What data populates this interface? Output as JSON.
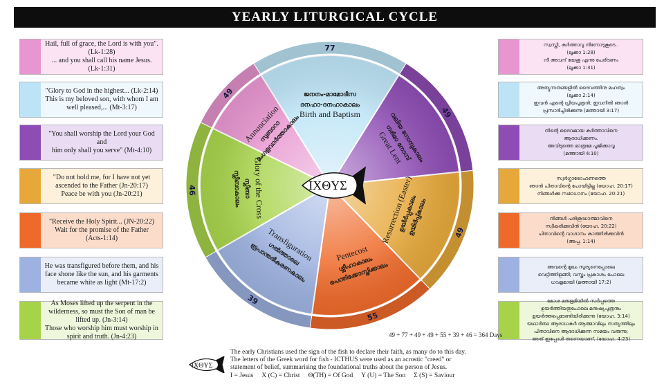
{
  "title": "YEARLY LITURGICAL CYCLE",
  "colors": {
    "pink": "#e896d0",
    "lightblue": "#bde4f6",
    "purple": "#8e4db4",
    "gold": "#e6a83a",
    "orange": "#ef6a2a",
    "periwinkle": "#9db2e0",
    "green": "#a7d34a"
  },
  "center_symbol": "IXΘYΣ",
  "segments": [
    {
      "id": "birth",
      "number": "77",
      "lines": [
        "ജനനം-മാമോദീസ",
        "ദനഹാ-ദനഹാകാലം",
        "Birth and Baptism"
      ]
    },
    {
      "id": "lent",
      "number": "49",
      "lines": [
        "വലിയ നോമ്പുകാലം",
        "ഗരിമാ നോമ്പ്",
        "Great Lent"
      ]
    },
    {
      "id": "resurrection",
      "number": "49",
      "lines": [
        "Resurrection (Easter)",
        "ഉയിർപ്പുകാലം",
        "ഉയിർപ്പ്കാലം"
      ]
    },
    {
      "id": "pentecost",
      "number": "55",
      "lines": [
        "Pentecost",
        "ശ്ലീഹാകാലം",
        "പെന്തിക്കോസ്തിക്കാലം"
      ]
    },
    {
      "id": "transfiguration",
      "number": "39",
      "lines": [
        "Transfiguration",
        "ഗൽത്താലെ",
        "രൂപാന്തരീകരണകാലം"
      ]
    },
    {
      "id": "cross",
      "number": "46",
      "lines": [
        "Glory of the Cross",
        "സ്ലീബാ",
        "സ്ലീബാകാലം"
      ]
    },
    {
      "id": "annunciation",
      "number": "49",
      "lines": [
        "Annunciation",
        "സുബാറാ",
        "മംഗളവാർത്താകാലം"
      ]
    }
  ],
  "left_boxes": [
    {
      "color": "#e896d0",
      "bg": "#fbe3f4",
      "lines": [
        "Hail, full of grace, the Lord is with you\".",
        "(Lk-1:28)",
        "... and you shall call his name Jesus.",
        "(Lk-1:31)"
      ]
    },
    {
      "color": "#bde4f6",
      "bg": "#eef8fd",
      "lines": [
        "\"Glory to God in the highest... (Lk-2:14)",
        "This is my beloved son, with whom I am",
        "well pleased,... (Mt-3:17)"
      ]
    },
    {
      "color": "#8e4db4",
      "bg": "#e9dcf3",
      "lines": [
        "\"You shall worship the Lord your God and",
        "him only shall you serve\" (Mt-4:10)"
      ]
    },
    {
      "color": "#e6a83a",
      "bg": "#fdf1dc",
      "lines": [
        "\"Do not hold me, for I have not yet",
        "ascended to the Father (Jn-20:17)",
        "Peace be with you (Jn-20:21)"
      ]
    },
    {
      "color": "#ef6a2a",
      "bg": "#fbdccb",
      "lines": [
        "\"Receive the Holy Spirit... (JN-20:22)",
        "Wait for the promise of the Father",
        "(Acts-1:14)"
      ]
    },
    {
      "color": "#9db2e0",
      "bg": "#e9eef9",
      "lines": [
        "He was transfigured before them, and his",
        "face shone like the sun, and his garments",
        "became white as light (Mt-17:2)"
      ]
    },
    {
      "color": "#a7d34a",
      "bg": "#eef6dc",
      "lines": [
        "As Moses lifted up the serpent in the",
        "wilderness, so must the Son of man be",
        "lifted up. (Jn-3:14)",
        "Those who worship him must worship in",
        "spirit and truth. (Jn-4:23)"
      ]
    }
  ],
  "right_boxes": [
    {
      "color": "#e896d0",
      "bg": "#fbe3f4",
      "lines": [
        "സ്വസ്തി, കർത്താവു നിന്നോടുകൂടെ..",
        "(ലൂക്കാ 1:28)",
        "നീ അവന് യേശു എന്നു പേരിടണം",
        "(ലൂക്കാ 1:31)"
      ]
    },
    {
      "color": "#bde4f6",
      "bg": "#eef8fd",
      "lines": [
        "അത്യുന്നതങ്ങളിൽ ദൈവത്തിനു മഹത്വം",
        "(ലൂക്കാ 2:14)",
        "ഇവൻ എന്റെ പ്രിയപുത്രൻ; ഇവനിൽ ഞാൻ",
        "പ്രസാദിച്ചിരിക്കുന്നു (മത്തായി 3:17)"
      ]
    },
    {
      "color": "#8e4db4",
      "bg": "#e9dcf3",
      "lines": [
        "നിന്റെ ദൈവമായ കർത്താവിനെ",
        "ആരാധിക്കണം.",
        "അവിടുത്തെ മാത്രമേ പൂജിക്കാവൂ",
        "(മത്തായി 4:10)"
      ]
    },
    {
      "color": "#e6a83a",
      "bg": "#fdf1dc",
      "lines": [
        "സ്വർഗ്ഗാരോഹണത്തെ",
        "ഞാൻ പിതാവിന്റെ പോയിട്ടില്ല (യോഹ. 20:17)",
        "നിങ്ങൾക്കു സമാധാനം (യോഹ. 20:21)"
      ]
    },
    {
      "color": "#ef6a2a",
      "bg": "#fbdccb",
      "lines": [
        "നിങ്ങൾ പരിശുദ്ധാത്മാവിനെ",
        "സ്വീകരിക്കുവിൻ (യോഹ. 20:22)",
        "പിതാവിന്റെ വാഗ്ദാനം കാത്തിരിക്കുവിൻ",
        "(അപ്പ. 1:14)"
      ]
    },
    {
      "color": "#9db2e0",
      "bg": "#e9eef9",
      "lines": [
        "അവന്റെ മുഖം സൂര്യനെപ്പോലെ",
        "വെട്ടിത്തിളങ്ങി; വസ്ത്രം പ്രകാശം പോലെ",
        "ധവളമായി (മത്തായി 17:2)"
      ]
    },
    {
      "color": "#a7d34a",
      "bg": "#eef6dc",
      "lines": [
        "മോശ മരുഭൂമിയിൽ സർപ്പത്തെ",
        "ഉയർത്തിയതുപോലെ മനുഷ്യപുത്രനും",
        "ഉയർത്തപ്പെടേണ്ടിയിരിക്കുന്നു (യോഹ. 3:14)",
        "യഥാർത്ഥ ആരാധകർ ആത്മാവിലും സത്യത്തിലും",
        "പിതാവിനെ ആരാധിക്കുന്ന സമയം വരുന്നു;",
        "അത് ഇപ്പോൾ തന്നെയാണ്. (യോഹ. 4:23)"
      ]
    }
  ],
  "total_text": "49 + 77 + 49 + 49 + 55 + 39 + 46 = 364 Days",
  "footer": {
    "lines": [
      "The early Christians used the sign of the fish to declare their faith, as many do to this day.",
      "The letters of the Greek word for fish - ICTHUS were used as an acrostic \"creed\" or",
      "statement of belief, summarising the foundational truths about the person of Jesus."
    ],
    "legend": [
      "I = Jesus",
      "X (C) = Christ",
      "Θ(TH) = Of God",
      "Y (U) = The Son",
      "Σ (S) = Saviour"
    ]
  }
}
